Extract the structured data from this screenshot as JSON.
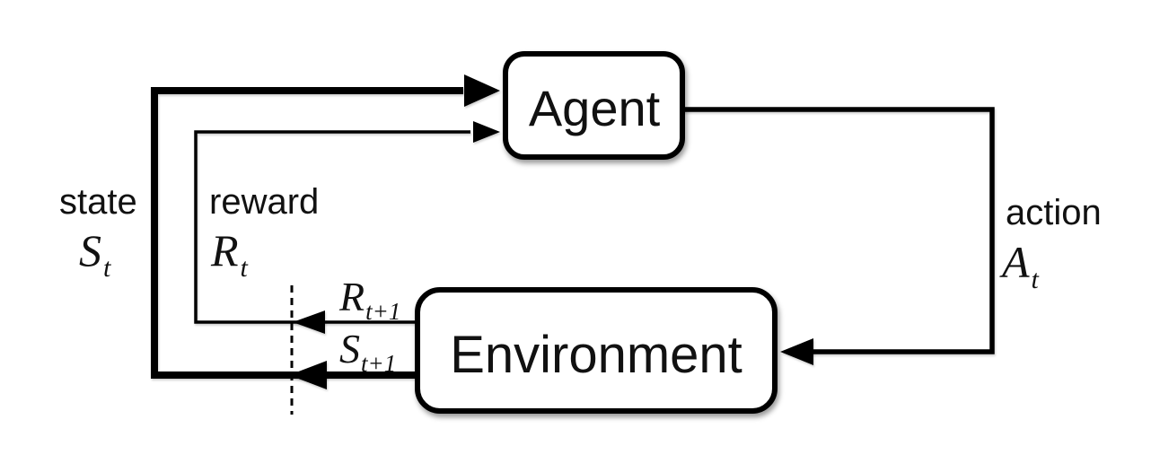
{
  "diagram": {
    "type": "flow-diagram",
    "nodes": {
      "agent": {
        "label": "Agent"
      },
      "environment": {
        "label": "Environment"
      }
    },
    "signals": {
      "state": {
        "word": "state",
        "symbol": "S",
        "subscript": "t"
      },
      "reward": {
        "word": "reward",
        "symbol": "R",
        "subscript": "t"
      },
      "action": {
        "word": "action",
        "symbol": "A",
        "subscript": "t"
      },
      "next_reward": {
        "symbol": "R",
        "subscript": "t+1"
      },
      "next_state": {
        "symbol": "S",
        "subscript": "t+1"
      }
    },
    "colors": {
      "line": "#000000",
      "node_fill": "#ffffff",
      "background": "#ffffff",
      "text": "#111111"
    }
  }
}
